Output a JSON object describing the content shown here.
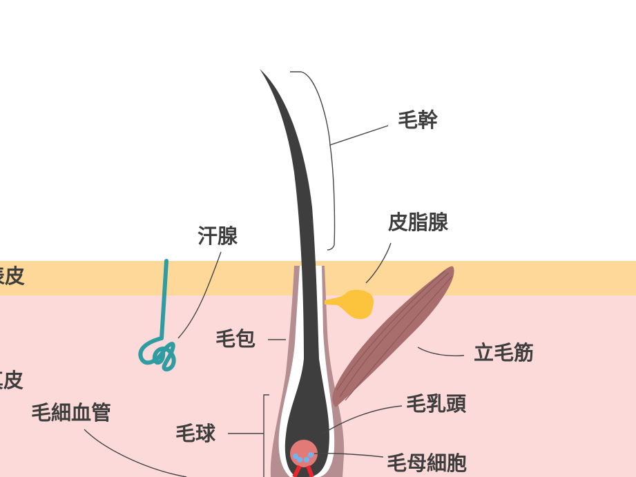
{
  "labels": {
    "hair_shaft": "毛幹",
    "sebaceous_gland": "皮脂腺",
    "sweat_gland": "汗腺",
    "epidermis": "表皮",
    "follicle": "毛包",
    "arrector_pili": "立毛筋",
    "dermis": "真皮",
    "capillary": "毛細血管",
    "dermal_papilla": "毛乳頭",
    "hair_bulb": "毛球",
    "hair_matrix_cell": "毛母細胞"
  },
  "colors": {
    "epidermis": "#FDD898",
    "dermis": "#FDDADA",
    "hair": "#3E3E3E",
    "follicle": "#B48E90",
    "sweat_gland": "#2E9CA0",
    "sebaceous_gland": "#FBC43C",
    "muscle": "#A86E6E",
    "papilla": "#E27B78",
    "matrix_cells": "#6FB5F2",
    "capillary": "#F0242C"
  }
}
